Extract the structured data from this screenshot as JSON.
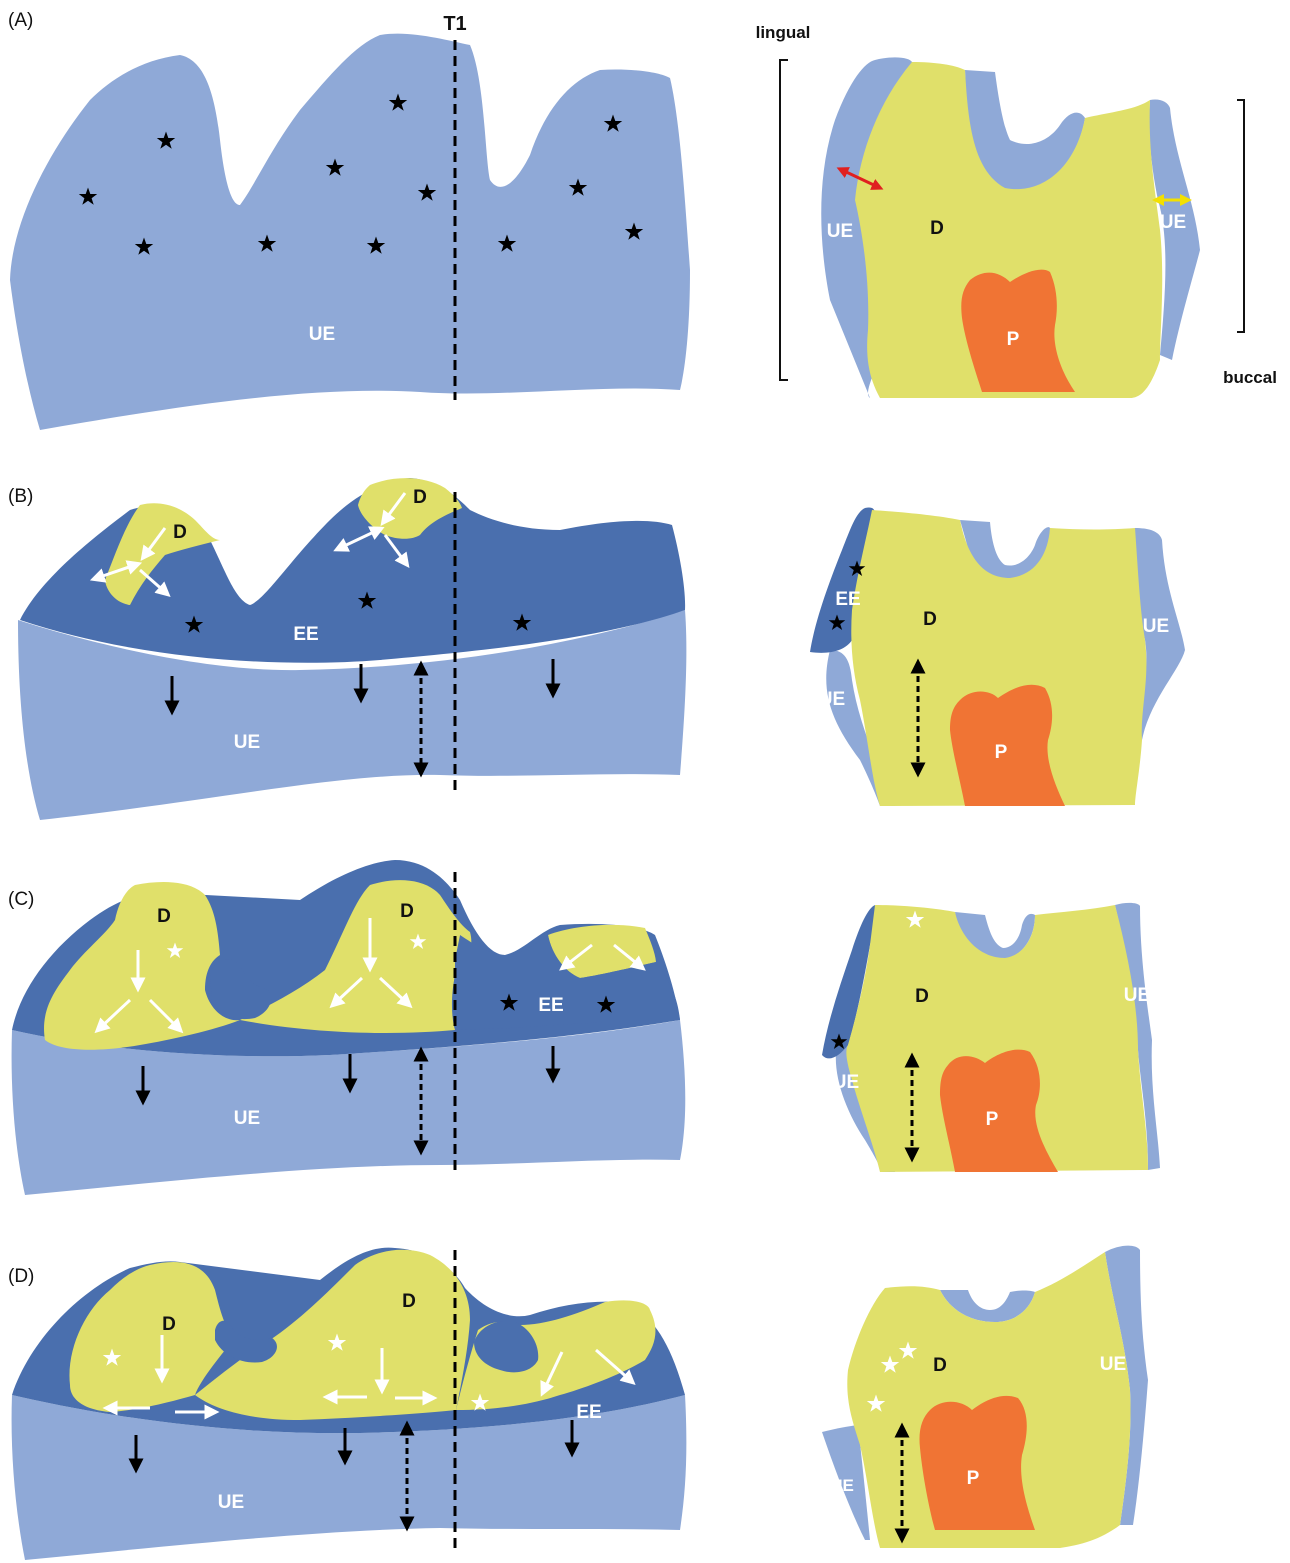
{
  "colors": {
    "unaffected_enamel": "#8fa9d7",
    "affected_enamel": "#4a6fae",
    "dentin": "#e0e06a",
    "pulp": "#f07434",
    "arrow_white": "#ffffff",
    "arrow_black": "#000000",
    "arrow_red": "#e02020",
    "arrow_yellow": "#f3e000"
  },
  "panels": [
    {
      "tag": "(A)"
    },
    {
      "tag": "(B)"
    },
    {
      "tag": "(C)"
    },
    {
      "tag": "(D)"
    }
  ],
  "section_line_label": "T1",
  "cross_section": {
    "lingual_label": "lingual",
    "buccal_label": "buccal"
  },
  "labels": {
    "ue": "UE",
    "ee": "EE",
    "d": "D",
    "p": "P"
  },
  "icons": [
    "star-icon",
    "arrow-icon",
    "double-arrow-icon",
    "bracket-icon"
  ]
}
